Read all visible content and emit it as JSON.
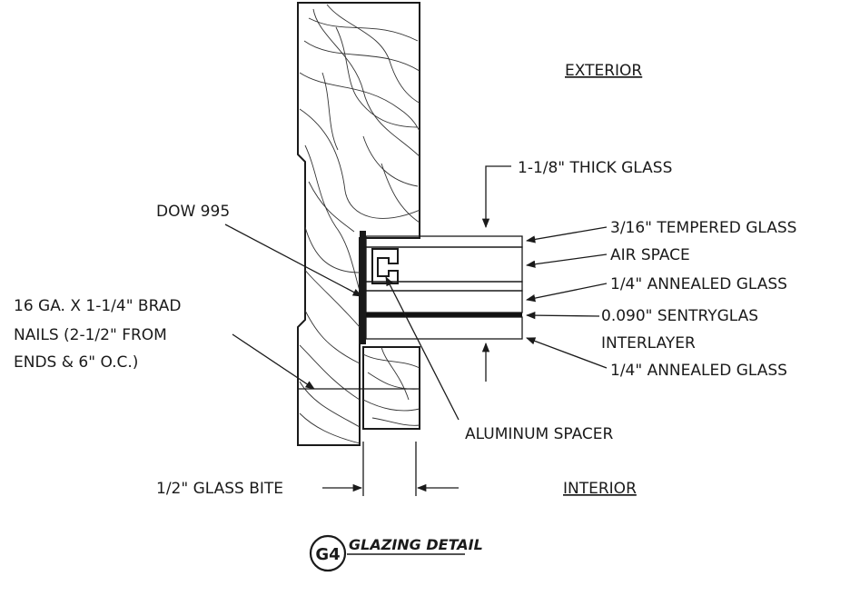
{
  "detail": {
    "tag": "G4",
    "title": "GLAZING DETAIL"
  },
  "labels": {
    "exterior": "EXTERIOR",
    "interior": "INTERIOR",
    "thick_glass": "1-1/8\" THICK GLASS",
    "dow": "DOW 995",
    "tempered": "3/16\" TEMPERED GLASS",
    "air_space": "AIR SPACE",
    "annealed_top": "1/4\" ANNEALED GLASS",
    "sentry_1": "0.090\" SENTRYGLAS",
    "sentry_2": "INTERLAYER",
    "annealed_bottom": "1/4\" ANNEALED GLASS",
    "brad_1": "16 GA. X 1-1/4\" BRAD",
    "brad_2": "NAILS (2-1/2\" FROM",
    "brad_3": "ENDS & 6\" O.C.)",
    "spacer": "ALUMINUM SPACER",
    "glass_bite": "1/2\" GLASS BITE"
  }
}
